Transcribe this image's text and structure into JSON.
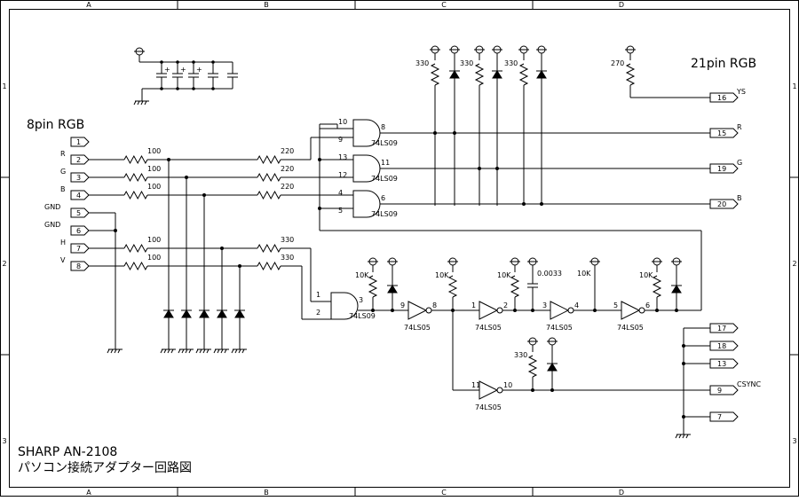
{
  "title": {
    "line1": "SHARP AN-2108",
    "line2": "パソコン接続アダプター回路図"
  },
  "border": {
    "col_labels": [
      "A",
      "B",
      "C",
      "D"
    ],
    "row_labels": [
      "1",
      "2",
      "3"
    ]
  },
  "connector_in": {
    "title": "8pin RGB",
    "pins": [
      {
        "num": "1",
        "label": ""
      },
      {
        "num": "2",
        "label": "R"
      },
      {
        "num": "3",
        "label": "G"
      },
      {
        "num": "4",
        "label": "B"
      },
      {
        "num": "5",
        "label": "GND"
      },
      {
        "num": "6",
        "label": "GND"
      },
      {
        "num": "7",
        "label": "H"
      },
      {
        "num": "8",
        "label": "V"
      }
    ]
  },
  "connector_out": {
    "title": "21pin RGB",
    "pins": [
      {
        "num": "16",
        "label": "YS"
      },
      {
        "num": "15",
        "label": "R"
      },
      {
        "num": "19",
        "label": "G"
      },
      {
        "num": "20",
        "label": "B"
      },
      {
        "num": "17",
        "label": ""
      },
      {
        "num": "18",
        "label": ""
      },
      {
        "num": "13",
        "label": ""
      },
      {
        "num": "9",
        "label": "CSYNC"
      },
      {
        "num": "7",
        "label": ""
      }
    ]
  },
  "resistors": {
    "r100": "100",
    "r220": "220",
    "r330": "330",
    "r270": "270",
    "r10k": "10K"
  },
  "capacitor": {
    "value": "0.0033"
  },
  "gates": {
    "ls09": "74LS09",
    "ls05": "74LS05",
    "pins_and_r": [
      "10",
      "9",
      "8"
    ],
    "pins_and_g": [
      "13",
      "12",
      "11"
    ],
    "pins_and_b": [
      "4",
      "5",
      "6"
    ],
    "pins_and_sync": [
      "1",
      "2",
      "3"
    ],
    "pins_inv1": [
      "9",
      "8"
    ],
    "pins_inv2": [
      "1",
      "2"
    ],
    "pins_inv3": [
      "3",
      "4"
    ],
    "pins_inv4": [
      "5",
      "6"
    ],
    "pins_inv5": [
      "11",
      "10"
    ]
  }
}
